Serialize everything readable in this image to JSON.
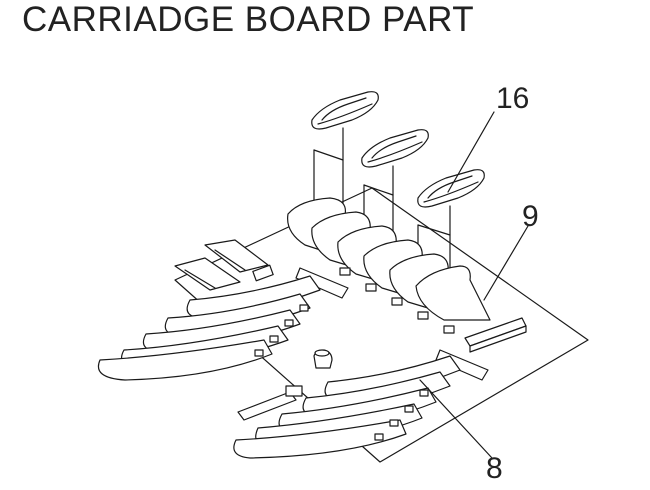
{
  "title": "CARRIADGE BOARD PART",
  "callouts": {
    "c16": "16",
    "c9": "9",
    "c8": "8"
  }
}
